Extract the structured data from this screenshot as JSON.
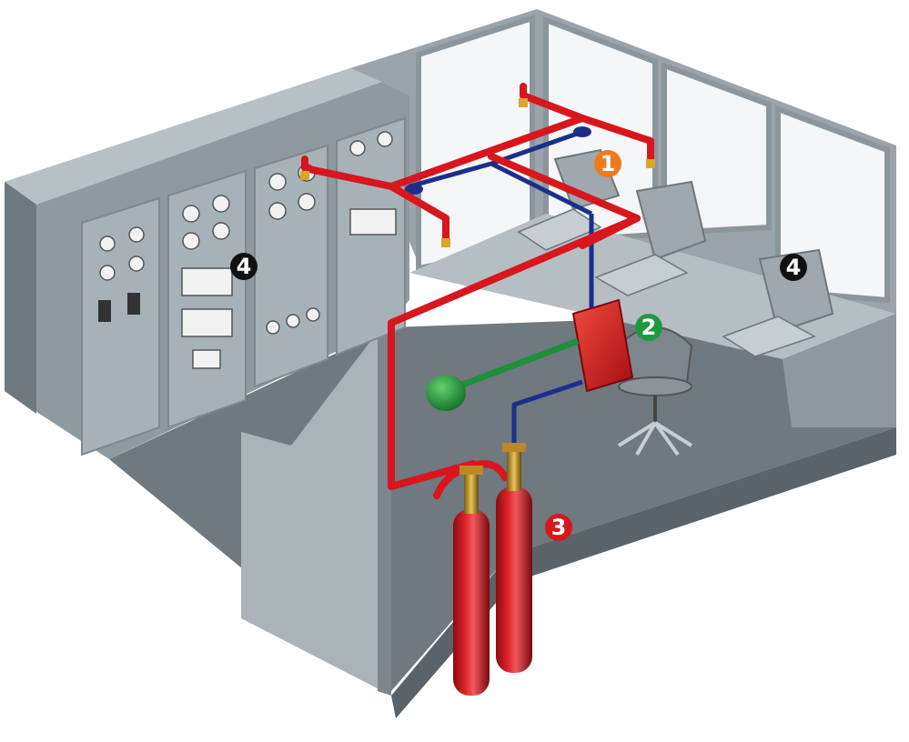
{
  "colors": {
    "pipe_red": "#d8161d",
    "pipe_blue": "#1b2f8a",
    "pipe_green": "#1e8f3a",
    "cylinder_red": "#c8141b",
    "wall": "#8a959c",
    "floor": "#6e787e",
    "panel": "#a9b4ba",
    "window_frame": "#c3ccd1"
  },
  "callouts": [
    {
      "label": "1",
      "color": "#f07a1a",
      "text_color": "#ffffff"
    },
    {
      "label": "2",
      "color": "#1e9a3e",
      "text_color": "#ffffff"
    },
    {
      "label": "3",
      "color": "#d8161d",
      "text_color": "#ffffff"
    },
    {
      "label": "4",
      "color": "#111111",
      "text_color": "#ffffff"
    },
    {
      "label": "4",
      "color": "#111111",
      "text_color": "#ffffff"
    }
  ]
}
